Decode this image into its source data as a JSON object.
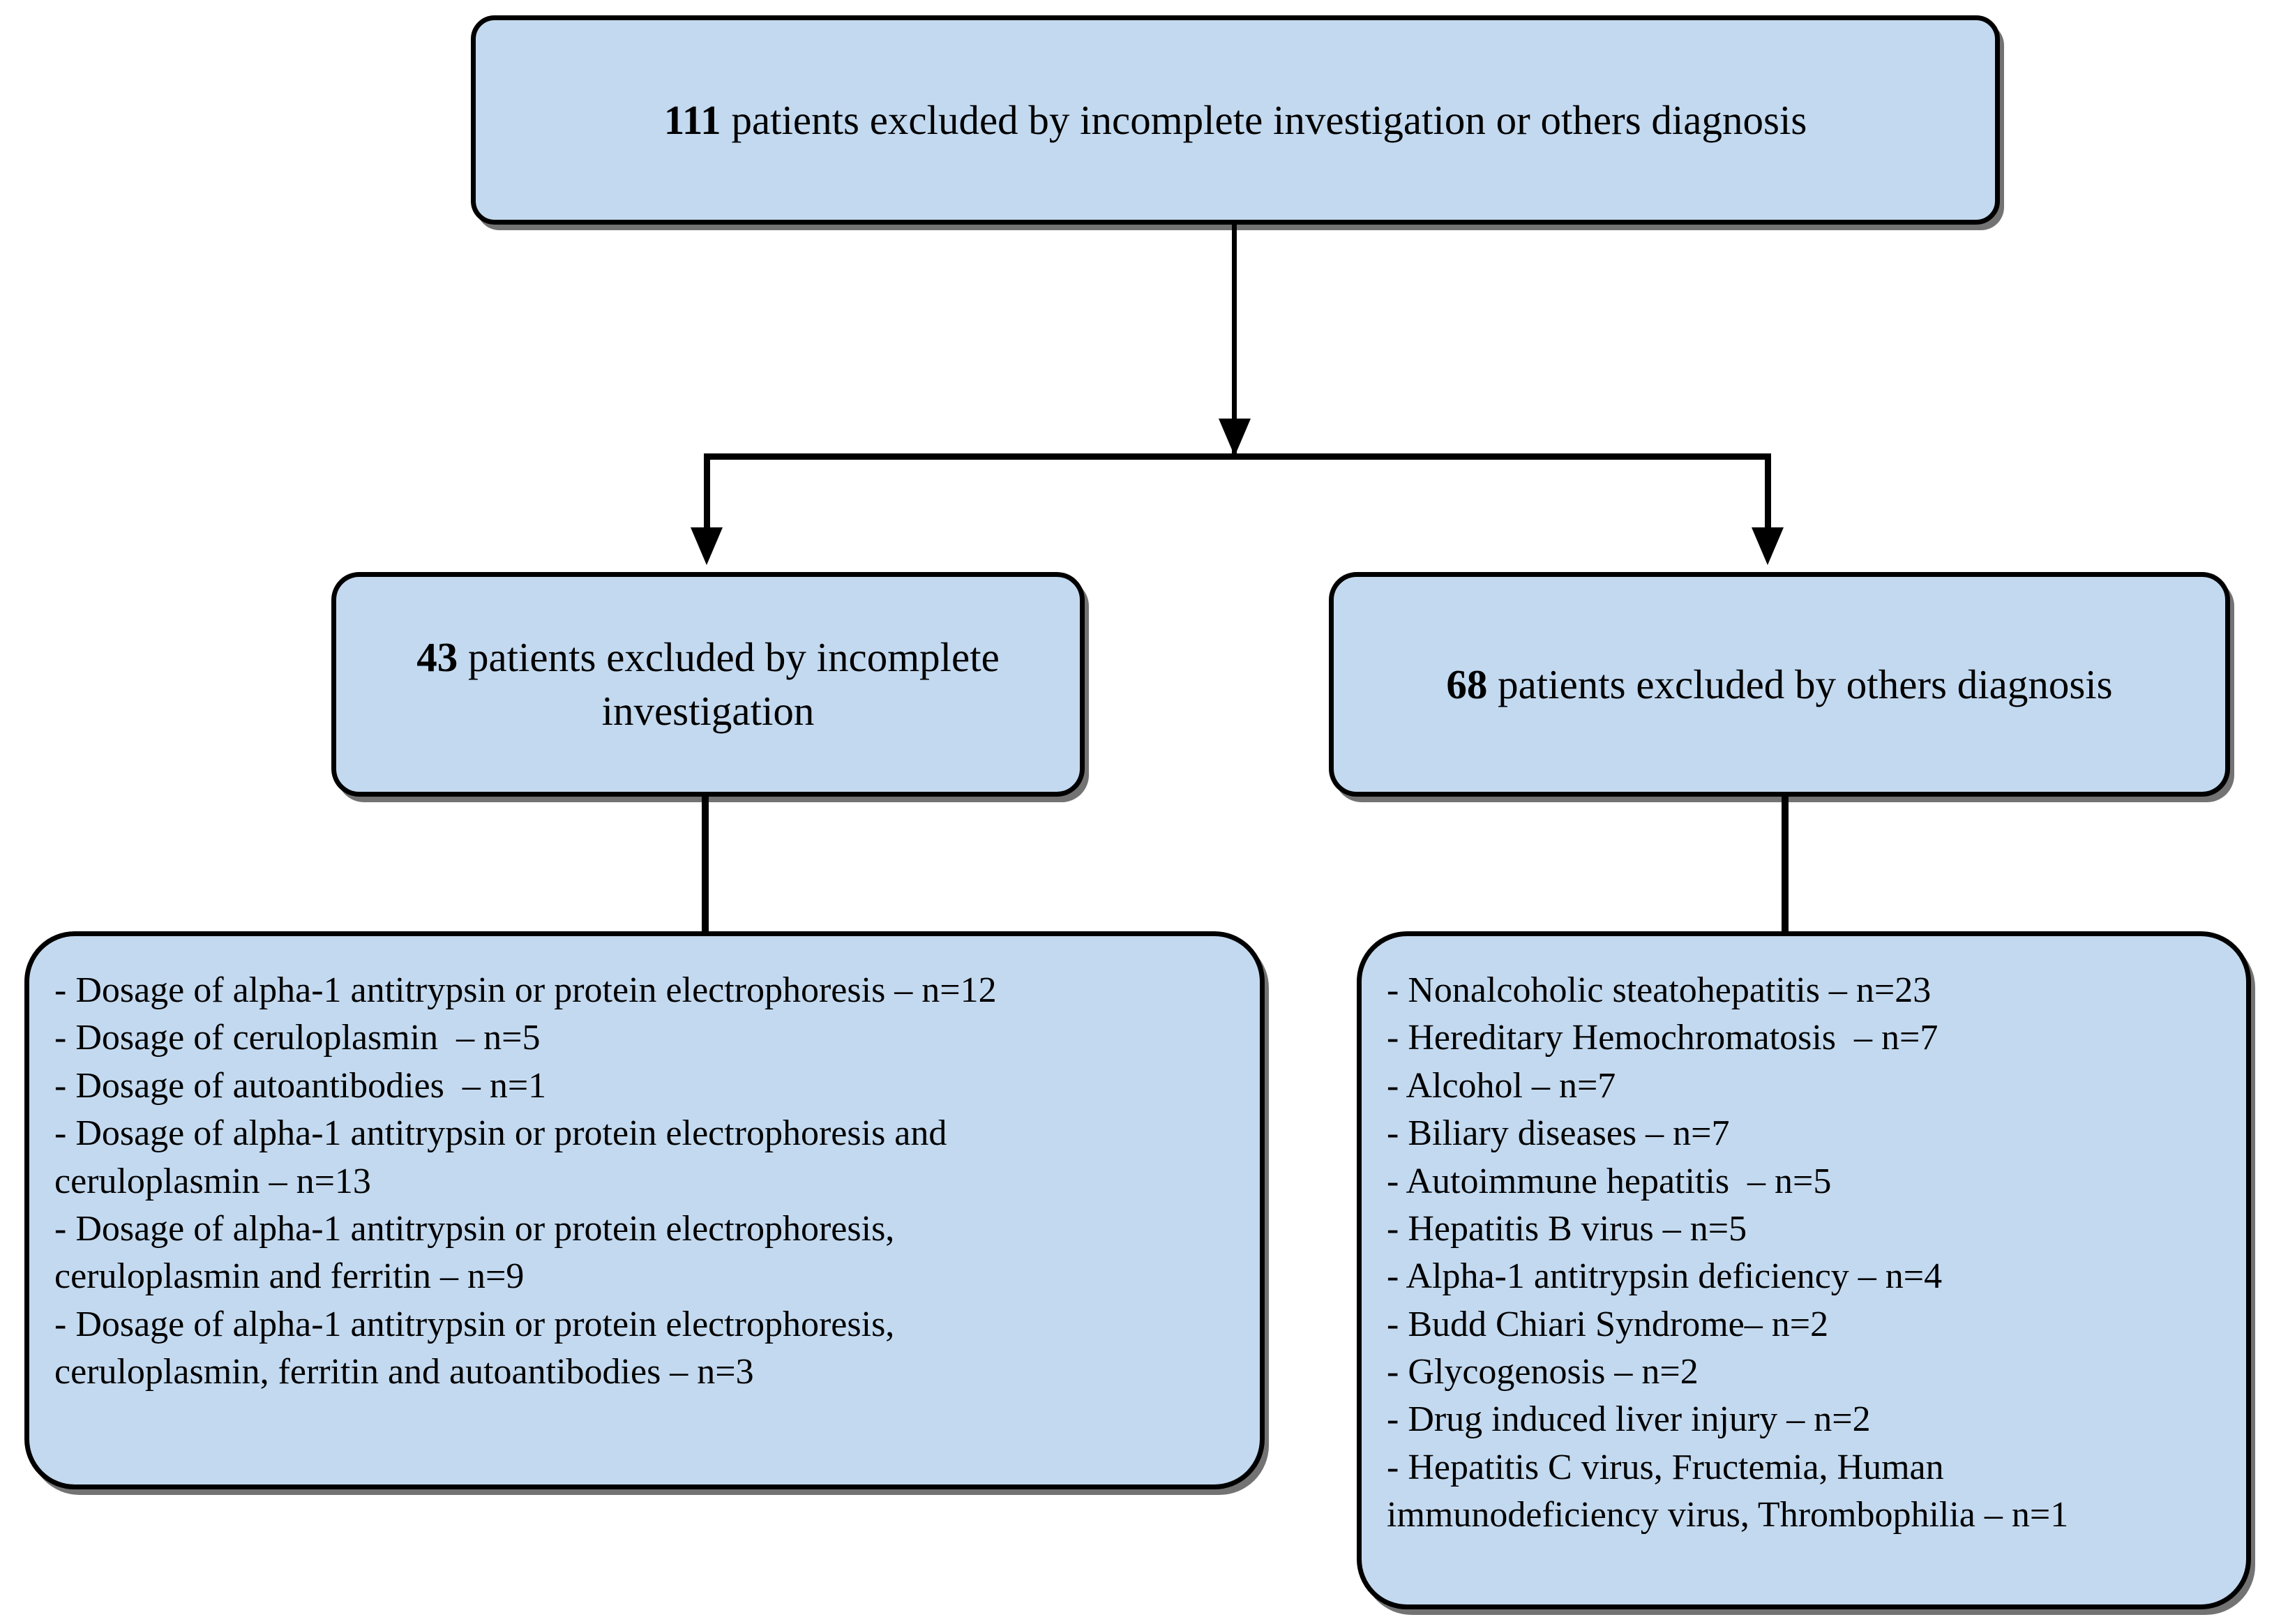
{
  "diagram": {
    "type": "flowchart",
    "fill_color": "#c3d9ef",
    "border_color": "#000000",
    "background_color": "#ffffff",
    "nodes": {
      "top": {
        "count": "111",
        "text": " patients excluded by incomplete investigation or others diagnosis"
      },
      "mid_left": {
        "count": "43",
        "text": " patients excluded\nby incomplete investigation"
      },
      "mid_right": {
        "count": "68",
        "text": " patients excluded by others diagnosis"
      },
      "bottom_left": {
        "items": [
          "- Dosage of alpha-1 antitrypsin or protein electrophoresis – n=12",
          "- Dosage of ceruloplasmin  – n=5",
          "- Dosage of autoantibodies  – n=1",
          "- Dosage of alpha-1 antitrypsin or protein electrophoresis and\nceruloplasmin – n=13",
          "- Dosage of alpha-1 antitrypsin or protein electrophoresis,\nceruloplasmin and ferritin – n=9",
          "- Dosage of alpha-1 antitrypsin or protein electrophoresis,\nceruloplasmin, ferritin and autoantibodies – n=3"
        ]
      },
      "bottom_right": {
        "items": [
          "- Nonalcoholic steatohepatitis – n=23",
          "- Hereditary Hemochromatosis  – n=7",
          "- Alcohol – n=7",
          "- Biliary diseases – n=7",
          "- Autoimmune hepatitis  – n=5",
          "- Hepatitis B virus – n=5",
          "- Alpha-1 antitrypsin deficiency – n=4",
          "- Budd Chiari Syndrome– n=2",
          "- Glycogenosis – n=2",
          "- Drug induced liver injury – n=2",
          "- Hepatitis C virus, Fructemia, Human\nimmunodeficiency virus, Thrombophilia – n=1"
        ]
      }
    }
  }
}
